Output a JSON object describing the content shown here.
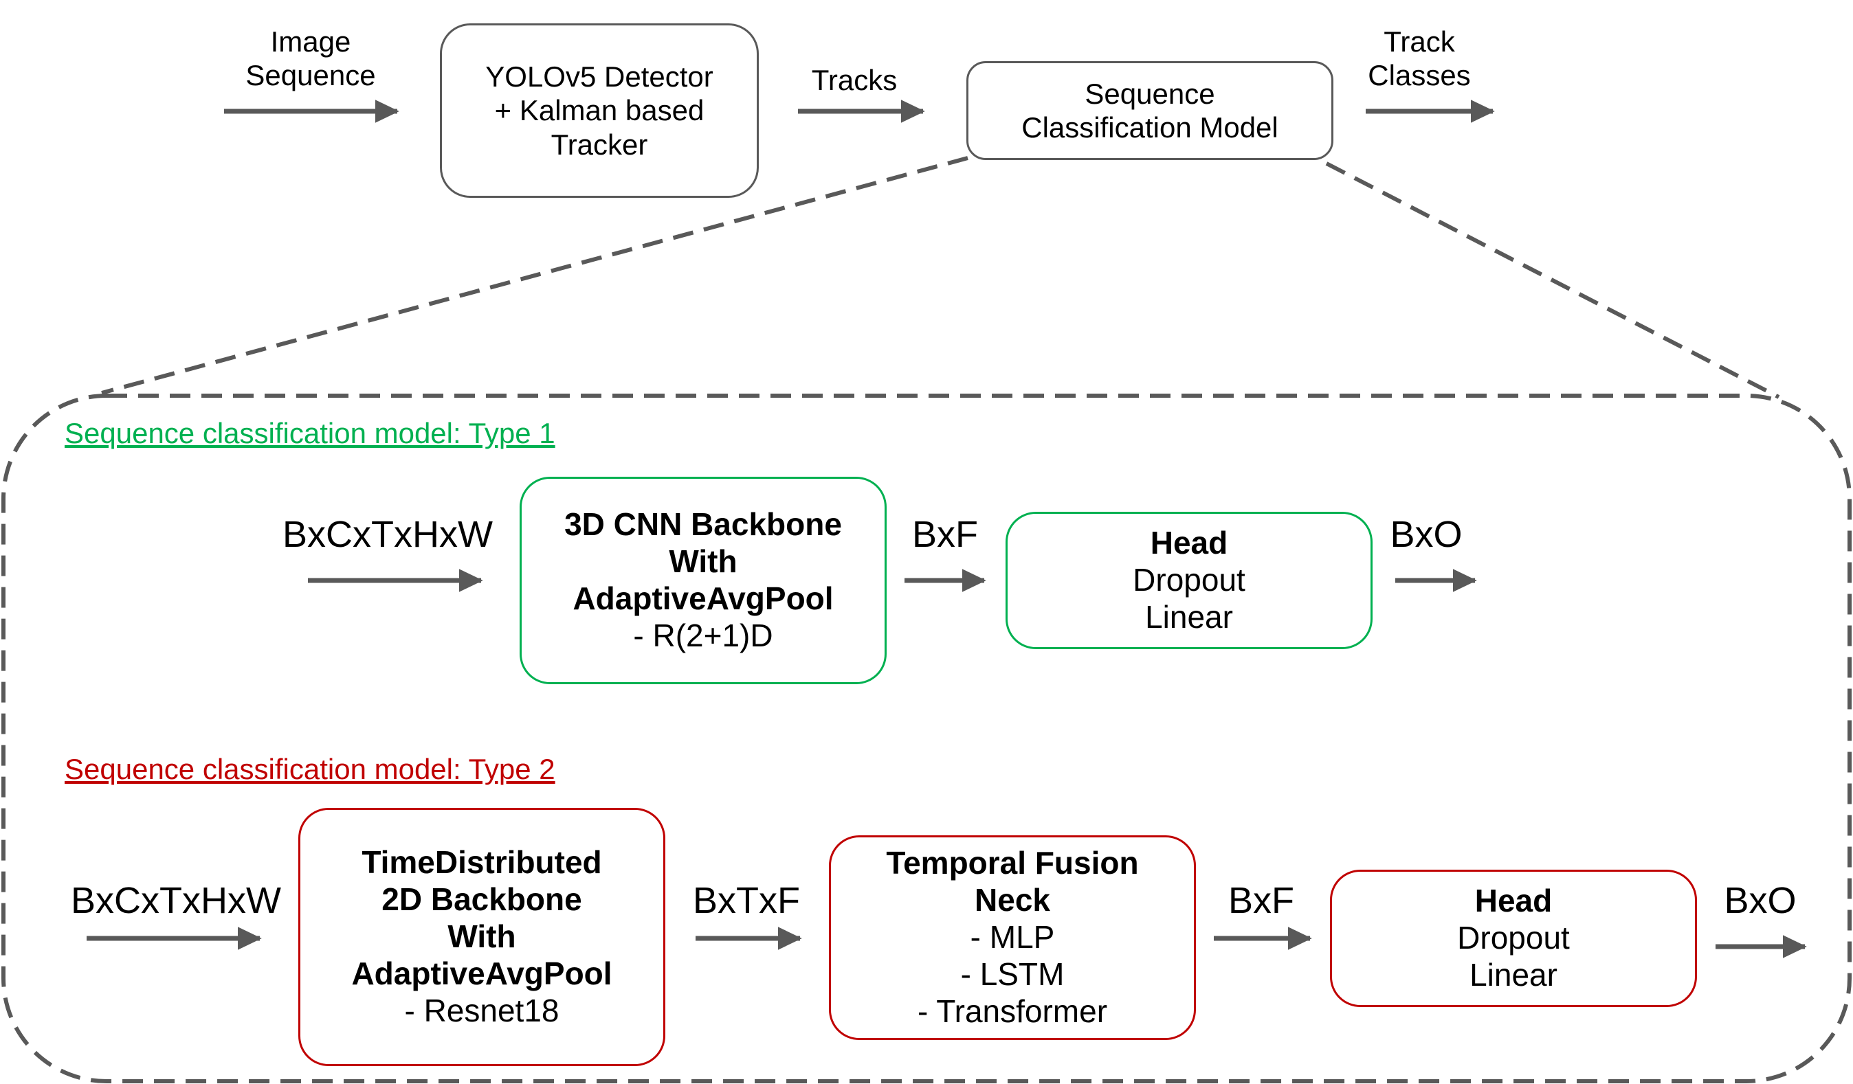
{
  "pipeline": {
    "input_label": [
      "Image",
      "Sequence"
    ],
    "detector_box": [
      "YOLOv5 Detector",
      "+ Kalman based",
      "Tracker"
    ],
    "tracks_label": "Tracks",
    "model_box": [
      "Sequence",
      "Classification Model"
    ],
    "output_label": [
      "Track",
      "Classes"
    ]
  },
  "type1": {
    "title": "Sequence classification model: Type 1",
    "title_color": "#00b050",
    "input_label": "BxCxTxHxW",
    "backbone_box": {
      "bold": [
        "3D CNN Backbone",
        "With",
        "AdaptiveAvgPool"
      ],
      "normal": [
        "- R(2+1)D"
      ]
    },
    "mid_label": "BxF",
    "head_box": {
      "bold": [
        "Head"
      ],
      "normal": [
        "Dropout",
        "Linear"
      ]
    },
    "output_label": "BxO"
  },
  "type2": {
    "title": "Sequence classification model: Type 2",
    "title_color": "#c00000",
    "input_label": "BxCxTxHxW",
    "backbone_box": {
      "bold": [
        "TimeDistributed",
        "2D Backbone",
        "With",
        "AdaptiveAvgPool"
      ],
      "normal": [
        "- Resnet18"
      ]
    },
    "mid_label1": "BxTxF",
    "neck_box": {
      "bold": [
        "Temporal Fusion",
        "Neck"
      ],
      "normal": [
        "- MLP",
        "- LSTM",
        "- Transformer"
      ]
    },
    "mid_label2": "BxF",
    "head_box": {
      "bold": [
        "Head"
      ],
      "normal": [
        "Dropout",
        "Linear"
      ]
    },
    "output_label": "BxO"
  },
  "colors": {
    "arrow": "#595959",
    "dashed": "#595959"
  }
}
